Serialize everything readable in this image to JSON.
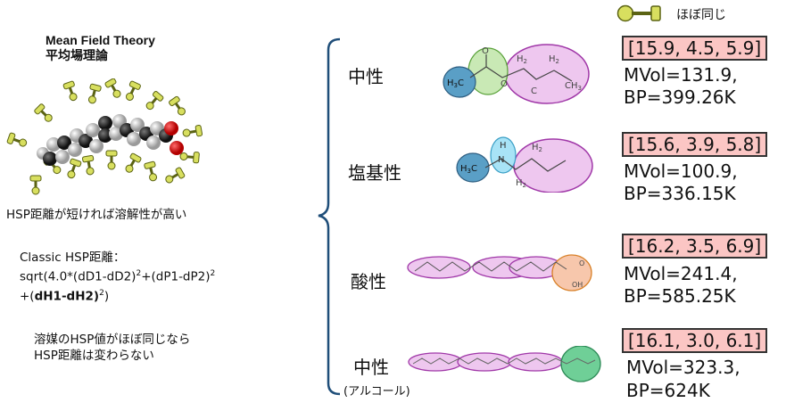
{
  "left": {
    "title_en": "Mean Field Theory",
    "title_ja": "平均場理論",
    "statement": "HSP距離が短ければ溶解性が高い",
    "formula_label": "Classic HSP距離：",
    "formula_line1": "sqrt(4.0*(dD1-dD2)",
    "formula_sup1": "2",
    "formula_mid": "+(dP1-dP2)",
    "formula_sup2": "2",
    "formula_line2_pre": "+(",
    "formula_line2_bold": "dH1-dH2)",
    "formula_sup3": "2",
    "formula_line2_end": ")",
    "note_line1": "溶媒のHSP値がほぼ同じなら",
    "note_line2": "HSP距離は変わらない"
  },
  "legend": {
    "label": "ほぼ同じ",
    "colors": {
      "fill": "#d8df5f",
      "stroke": "#5b6313"
    }
  },
  "rows": [
    {
      "category": "中性",
      "hsp": "[15.9, 4.5, 5.9]",
      "mvol": "MVol=131.9,",
      "bp": "BP=399.26K",
      "labels": {
        "methyl": "H3C",
        "carbonyl_o": "O",
        "ester_o": "O",
        "h2a": "H2",
        "h2b": "H2",
        "ch3": "CH3"
      }
    },
    {
      "category": "塩基性",
      "hsp": "[15.6, 3.9, 5.8]",
      "mvol": "MVol=100.9,",
      "bp": "BP=336.15K",
      "labels": {
        "methyl": "H3C",
        "nh_h": "H",
        "nh_n": "N",
        "h2a": "H2",
        "h2b": "H2"
      }
    },
    {
      "category": "酸性",
      "hsp": "[16.2, 3.5, 6.9]",
      "mvol": "MVol=241.4,",
      "bp": "BP=585.25K",
      "labels": {
        "o": "O",
        "oh": "OH"
      }
    },
    {
      "category": "中性",
      "subcategory": "(アルコール)",
      "hsp": "[16.1, 3.0, 6.1]",
      "mvol": "MVol=323.3,",
      "bp": "BP=624K"
    }
  ],
  "colors": {
    "methyl": "#5a9fc6",
    "polar_green": "#c9e9b5",
    "alkyl_pink": "#eec7ef",
    "nh_blue": "#a8e3f6",
    "acid_orange": "#f7c7ac",
    "alcohol_green": "#6fcf97",
    "hsp_box": "#fbc6c4",
    "bracket": "#1f4e79"
  }
}
